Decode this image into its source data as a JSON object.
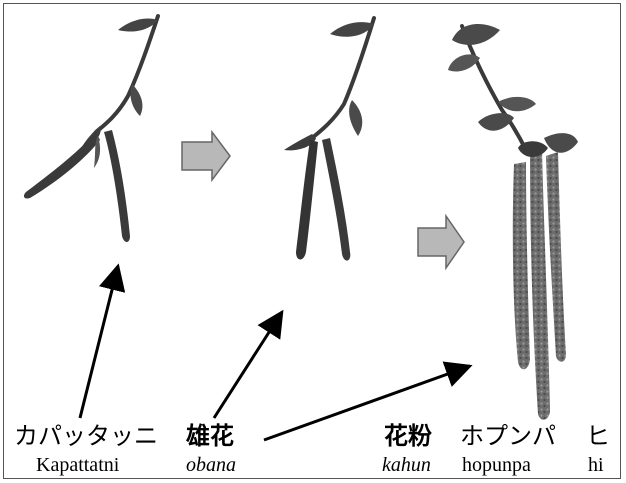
{
  "figure": {
    "colors": {
      "catkin_dark": "#3a3a3a",
      "catkin_mid": "#555555",
      "pollen_grey": "#777777",
      "arrow_fill": "#b8b8b8",
      "arrow_stroke": "#666666",
      "pointer": "#000000",
      "background": "#ffffff"
    },
    "stages": [
      {
        "id": "kapattatni",
        "japanese": "カパッタッニ",
        "romaji": "Kapattatni",
        "japanese_bold": false,
        "romaji_italic": false
      },
      {
        "id": "obana",
        "japanese": "雄花",
        "romaji": "obana",
        "japanese_bold": true,
        "romaji_italic": true
      },
      {
        "id": "kahun",
        "japanese": "花粉",
        "romaji": "kahun",
        "japanese_bold": true,
        "romaji_italic": true
      },
      {
        "id": "hopunpa",
        "japanese": "ホプンパ",
        "romaji": "hopunpa",
        "japanese_bold": false,
        "romaji_italic": false
      },
      {
        "id": "hi",
        "japanese": "ヒ",
        "romaji": "hi",
        "japanese_bold": false,
        "romaji_italic": false
      }
    ],
    "icons": {
      "progression_arrow": "right-block-arrow-icon",
      "pointer_arrow": "line-arrow-icon"
    }
  }
}
